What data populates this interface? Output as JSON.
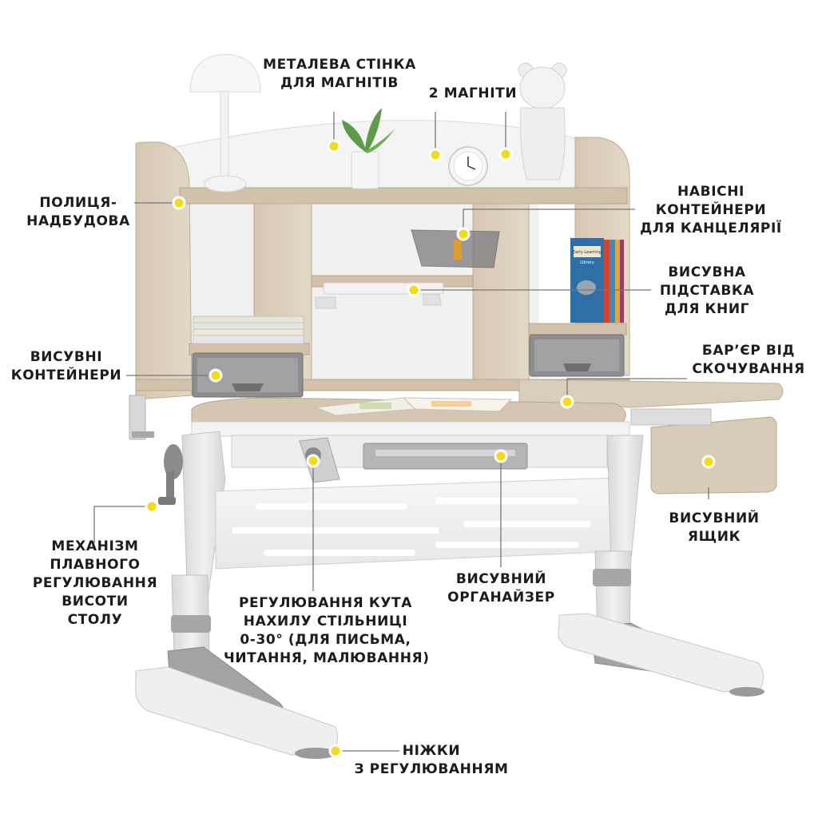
{
  "labels": {
    "metal_wall": [
      "МЕТАЛЕВА СТІНКА",
      "ДЛЯ МАГНІТІВ"
    ],
    "magnets": [
      "2 МАГНІТИ"
    ],
    "shelf_top": [
      "ПОЛИЦЯ-",
      "НАДБУДОВА"
    ],
    "hanging_containers": [
      "НАВІСНІ",
      "КОНТЕЙНЕРИ",
      "ДЛЯ КАНЦЕЛЯРІЇ"
    ],
    "book_stand": [
      "ВИСУВНА",
      "ПІДСТАВКА",
      "ДЛЯ КНИГ"
    ],
    "pull_containers": [
      "ВИСУВНІ",
      "КОНТЕЙНЕРИ"
    ],
    "anti_roll": [
      "БАР’ЄР ВІД",
      "СКОЧУВАННЯ"
    ],
    "drawer": [
      "ВИСУВНИЙ",
      "ЯЩИК"
    ],
    "height_mech": [
      "МЕХАНІЗМ",
      "ПЛАВНОГО",
      "РЕГУЛЮВАННЯ",
      "ВИСОТИ",
      "СТОЛУ"
    ],
    "tilt": [
      "РЕГУЛЮВАННЯ КУТА",
      "НАХИЛУ СТІЛЬНИЦІ",
      "0-30° (ДЛЯ ПИСЬМА,",
      "ЧИТАННЯ, МАЛЮВАННЯ)"
    ],
    "organizer": [
      "ВИСУВНИЙ",
      "ОРГАНАЙЗЕР"
    ],
    "legs": [
      "НІЖКИ",
      "З РЕГУЛЮВАННЯМ"
    ]
  },
  "book_cover": [
    "Early Learning",
    "Library"
  ],
  "colors": {
    "wood": "#d9cbb8",
    "wood_dark": "#c4b39c",
    "frame": "#e9e9ea",
    "frame_shade": "#cfcfd1",
    "grey_part": "#a7a7aa",
    "marker": "#f3dc17",
    "line": "#777777"
  }
}
